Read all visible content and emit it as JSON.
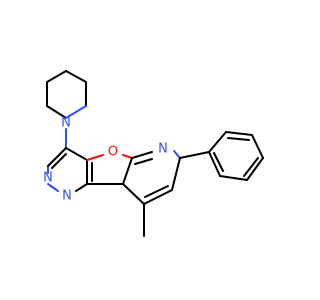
{
  "diagram": {
    "atoms": [
      {
        "id": "n_piperidine",
        "symbol": "N",
        "color": "#3050f8"
      },
      {
        "id": "n_pyrimidine_1",
        "symbol": "N",
        "color": "#3050f8"
      },
      {
        "id": "n_pyrimidine_2",
        "symbol": "N",
        "color": "#3050f8"
      },
      {
        "id": "n_pyridine",
        "symbol": "N",
        "color": "#3050f8"
      },
      {
        "id": "o_furan",
        "symbol": "O",
        "color": "#ff0d0d"
      }
    ]
  }
}
